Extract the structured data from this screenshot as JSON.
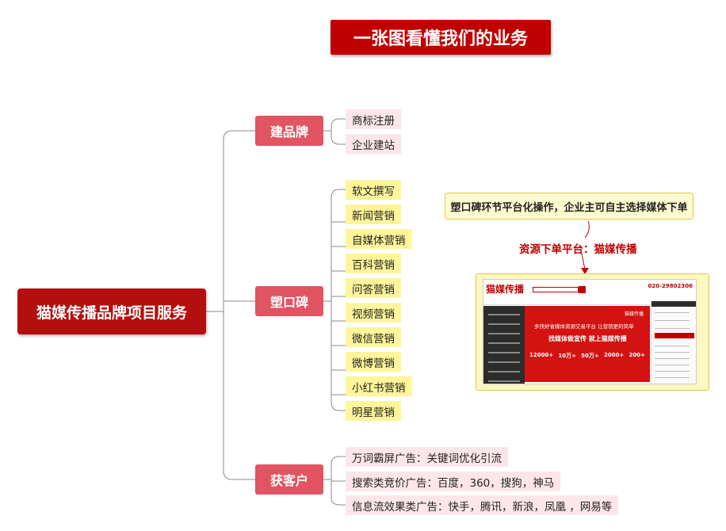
{
  "title": "一张图看懂我们的业务",
  "root": "猫媒传播品牌项目服务",
  "branches": [
    {
      "name": "建品牌",
      "items": [
        "商标注册",
        "企业建站"
      ]
    },
    {
      "name": "塑口碑",
      "items": [
        "软文撰写",
        "新闻营销",
        "自媒体营销",
        "百科营销",
        "问答营销",
        "视频营销",
        "微信营销",
        "微博营销",
        "小红书营销",
        "明星营销"
      ]
    },
    {
      "name": "获客户",
      "items": [
        "万词霸屏广告：关键词优化引流",
        "搜索类竞价广告：百度，360，搜狗，神马",
        "信息流效果类广告：快手，腾讯，新浪，凤凰 ，网易等"
      ]
    }
  ],
  "callout": "塑口碑环节平台化操作，企业主可自主选择媒体下单",
  "platform_label": "资源下单平台：猫媒传播",
  "screenshot": {
    "logo": "猫媒传播",
    "phone": "020-29802306",
    "brand_small": "猫媒传播",
    "headline": "多快好省媒体资源交易平台 让营销更的简单",
    "slogan": "找媒体做宣传 就上猫媒传播",
    "stats": [
      "12000+",
      "10万+",
      "50万+",
      "2000+",
      "200+"
    ]
  },
  "colors": {
    "title_bg": "#c00000",
    "root_bg": "#b40f0f",
    "branch_bg": "#e15462",
    "leaf_pink": "#fde6ea",
    "leaf_yellow": "#fff59a",
    "line": "#8a8a8a"
  }
}
